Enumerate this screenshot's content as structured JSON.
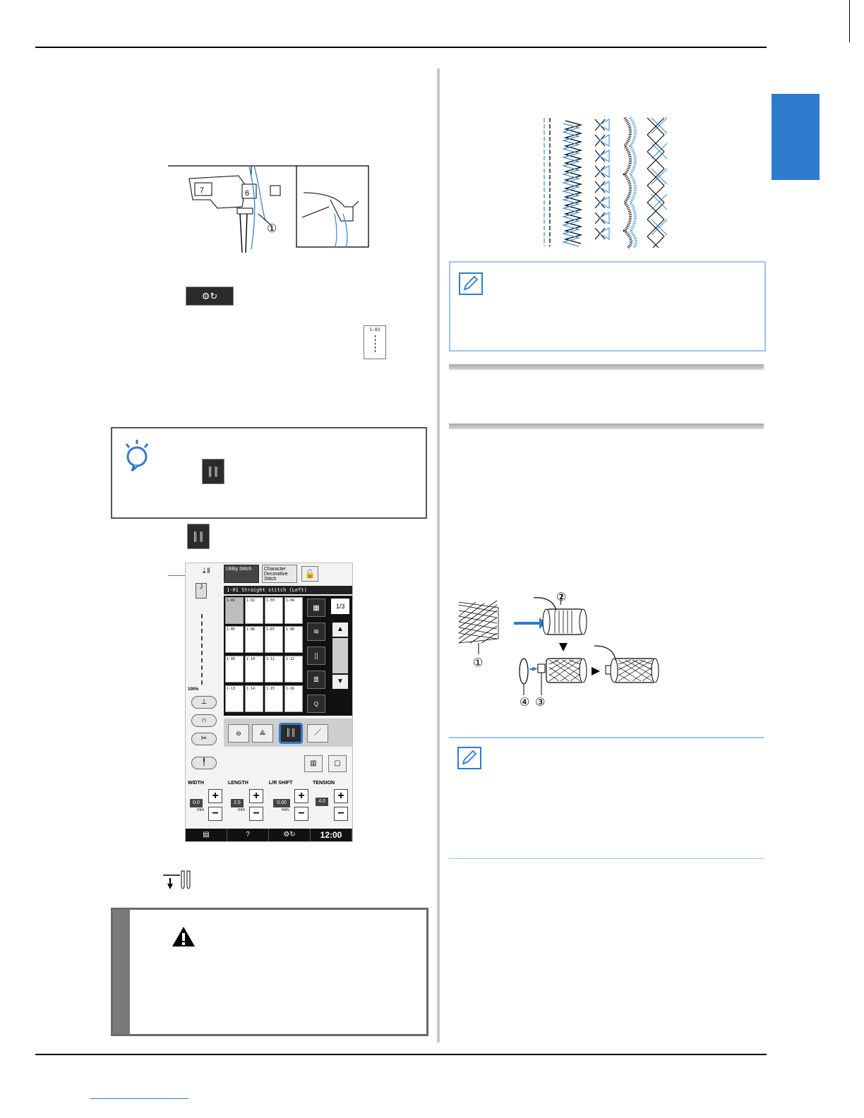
{
  "figure_labels": {
    "callout_1": "①",
    "callout_2": "②",
    "callout_3": "③",
    "callout_4": "④"
  },
  "lcd": {
    "tabs": {
      "utility": "Utility Stitch",
      "character": "Character Decorative Stitch"
    },
    "selected_title": "1-01  Straight stitch (Left)",
    "page_indicator": "1/3",
    "percent": "100%",
    "cells": [
      "1-01",
      "1-02",
      "1-03",
      "1-04",
      "1-05",
      "1-06",
      "1-07",
      "1-08",
      "1-09",
      "1-10",
      "1-11",
      "1-12",
      "1-13",
      "1-14",
      "1-15",
      "1-16"
    ],
    "params": {
      "width_label": "WIDTH",
      "width_value": "0.0",
      "width_unit": "mm",
      "length_label": "LENGTH",
      "length_value": "2.5",
      "length_unit": "mm",
      "shift_label": "L/R SHIFT",
      "shift_value": "0.00",
      "shift_unit": "mm",
      "tension_label": "TENSION",
      "tension_value": "4.0"
    },
    "status": {
      "help": "?",
      "clock": "12:00"
    }
  },
  "small_key_label": "1-03",
  "colors": {
    "accent": "#2e7bd0",
    "memo_border": "#9cc3ea",
    "thread_blue": "#3a8fd8"
  }
}
